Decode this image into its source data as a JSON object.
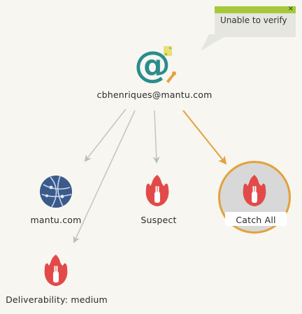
{
  "tooltip": {
    "text": "Unable to verify",
    "close_glyph": "×"
  },
  "root": {
    "label": "cbhenriques@mantu.com",
    "icon": "email-at-icon"
  },
  "nodes": {
    "domain": {
      "label": "mantu.com",
      "icon": "globe-icon"
    },
    "suspect": {
      "label": "Suspect",
      "icon": "fire-hand-icon"
    },
    "catchall": {
      "label": "Catch All",
      "icon": "fire-hand-icon"
    },
    "deliverability": {
      "label": "Deliverability: medium",
      "icon": "fire-hand-icon"
    }
  },
  "colors": {
    "background": "#f7f6f1",
    "tooltip_bar": "#a7c83b",
    "tooltip_body": "#e6e6e1",
    "at_sign": "#2a8c8c",
    "fire": "#e24a4a",
    "globe": "#3b5a8c",
    "highlight_ring": "#e4a13a",
    "edge_gray": "#bdbdbd",
    "edge_orange": "#e4a13a"
  }
}
